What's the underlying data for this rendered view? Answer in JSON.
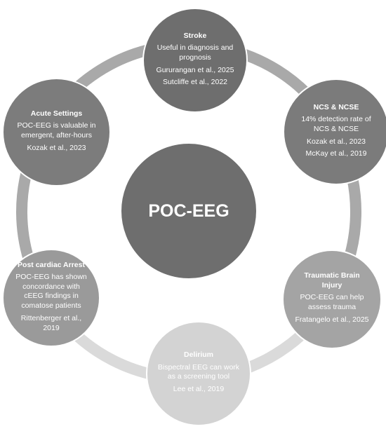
{
  "center": {
    "label": "POC-EEG"
  },
  "nodes": [
    {
      "key": "stroke",
      "title": "Stroke",
      "desc": "Useful in diagnosis and prognosis",
      "refs": [
        "Gururangan et al., 2025",
        "Sutcliffe et al., 2022"
      ],
      "fill": "#6e6e6e"
    },
    {
      "key": "ncs-ncse",
      "title": "NCS & NCSE",
      "desc": "14% detection rate of NCS & NCSE",
      "refs": [
        "Kozak et al., 2023",
        "McKay et al., 2019"
      ],
      "fill": "#7b7b7b"
    },
    {
      "key": "tbi",
      "title": "Traumatic Brain Injury",
      "desc": "POC-EEG can help assess trauma",
      "refs": [
        "Fratangelo et al., 2025"
      ],
      "fill": "#a4a4a4"
    },
    {
      "key": "delirium",
      "title": "Delirium",
      "desc": "Bispectral EEG can work as a screening tool",
      "refs": [
        "Lee et al., 2019"
      ],
      "fill": "#d3d3d3"
    },
    {
      "key": "post-cardiac-arrest",
      "title": "Post cardiac Arrest",
      "desc": "POC-EEG has shown concordance with cEEG findings in comatose patients",
      "refs": [
        "Rittenberger et al., 2019"
      ],
      "fill": "#9a9a9a"
    },
    {
      "key": "acute-settings",
      "title": "Acute Settings",
      "desc": "POC-EEG is valuable in emergent, after-hours",
      "refs": [
        "Kozak et al., 2023"
      ],
      "fill": "#7c7c7c"
    }
  ],
  "colors": {
    "ring_light": "#dadada",
    "ring_dark": "#a9a9a9",
    "background": "#ffffff"
  }
}
